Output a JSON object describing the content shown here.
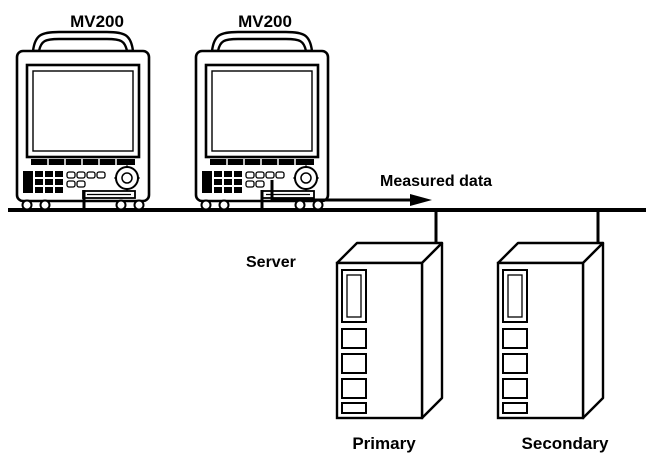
{
  "recorders": [
    {
      "label": "MV200"
    },
    {
      "label": "MV200"
    }
  ],
  "flow_label": "Measured data",
  "server_group_label": "Server",
  "servers": [
    {
      "label": "Primary"
    },
    {
      "label": "Secondary"
    }
  ]
}
